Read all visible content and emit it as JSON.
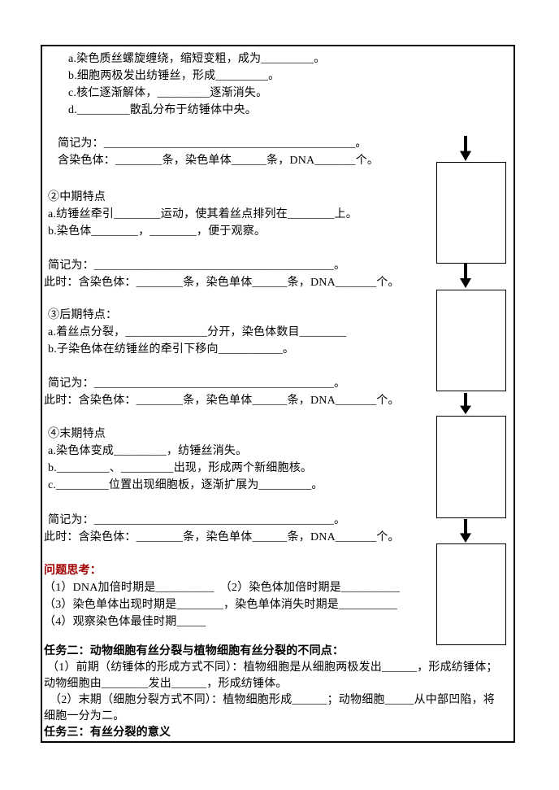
{
  "page": {
    "background": "#ffffff",
    "border_color": "#000000",
    "heading_red": "#a00000",
    "text_color": "#000000"
  },
  "prophase": {
    "item_a": "a.染色质丝螺旋缠绕，缩短变粗，成为_________。",
    "item_b": "b.细胞两极发出纺锤丝，形成_________。",
    "item_c": "c.核仁逐渐解体，_________逐渐消失。",
    "item_d": "d._________散乱分布于纺锤体中央。",
    "summary": "简记为：___________________________________________。",
    "counts": "含染色体：________条，染色单体______条，DNA_______个。"
  },
  "metaphase": {
    "title": "②中期特点",
    "item_a": "a.纺锤丝牵引________运动，使其着丝点排列在________上。",
    "item_b": "b.染色体________，________，便于观察。",
    "summary": "简记为：_________________________________________。",
    "counts": "此时：含染色体：________条，染色单体______条，DNA_______个。"
  },
  "anaphase": {
    "title": "③后期特点：",
    "item_a": "a.着丝点分裂，______________分开，染色体数目________",
    "item_b": "b.子染色体在纺锤丝的牵引下移向___________。",
    "summary": "简记为：_________________________________________。",
    "counts": "此时：含染色体：________条，染色单体______条，DNA_______个。"
  },
  "telophase": {
    "title": "④末期特点",
    "item_a": "a.染色体变成_________，纺锤丝消失。",
    "item_b": "b._________、_________出现，形成两个新细胞核。",
    "item_c": "c._________位置出现细胞板，逐渐扩展为_________。",
    "summary": "简记为：_________________________________________。",
    "counts": "此时：含染色体：________条，染色单体______条，DNA_______个。"
  },
  "questions": {
    "title": "问题思考：",
    "q1_q2": "（1）DNA加倍时期是__________　（2）染色体加倍时期是__________",
    "q3": "（3）染色单体出现时期是________，染色单体消失时期是__________",
    "q4": "（4）观察染色体最佳时期_____"
  },
  "task2": {
    "title": "任务二：动物细胞有丝分裂与植物细胞有丝分裂的不同点：",
    "line1": "（1）前期（纺锤体的形成方式不同）：植物细胞是从细胞两极发出______，形成纺锤体；",
    "line2": "动物细胞由________发出______，形成纺锤体。",
    "line3": "（2）末期（细胞分裂方式不同）：植物细胞形成______；动物细胞_____从中部凹陷，将",
    "line4": "细胞一分为二。"
  },
  "task3": {
    "title": "任务三：有丝分裂的意义"
  },
  "flowchart": {
    "box_count": 4,
    "arrow_direction": "down",
    "boxes": [
      "",
      "",
      "",
      ""
    ]
  }
}
